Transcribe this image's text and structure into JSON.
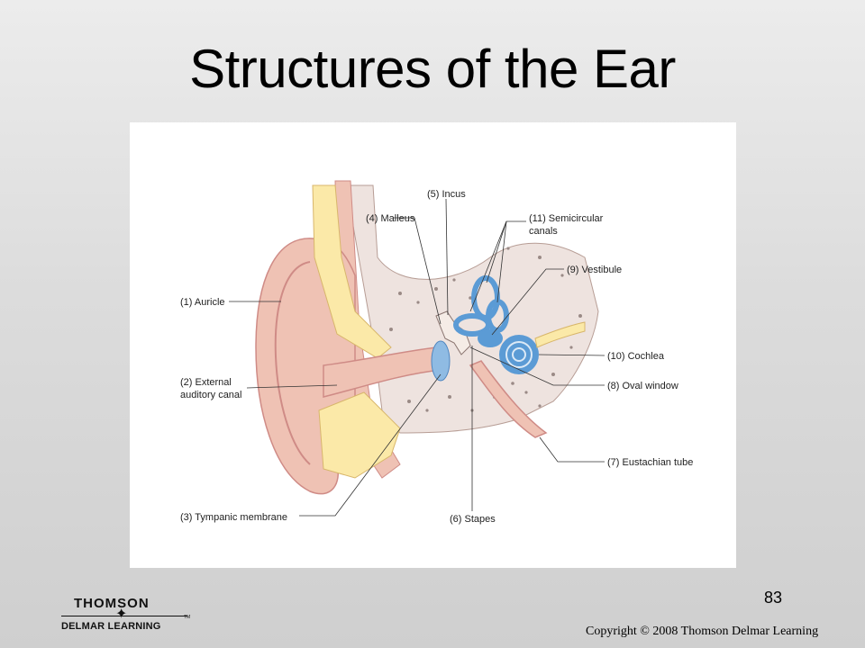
{
  "slide": {
    "title": "Structures of the Ear",
    "number": "83",
    "copyright": "Copyright © 2008 Thomson Delmar Learning"
  },
  "logo": {
    "line1": "THOMSON",
    "line2": "DELMAR LEARNING",
    "tm": "TM"
  },
  "diagram": {
    "labels": {
      "auricle": "(1) Auricle",
      "canal_1": "(2) External",
      "canal_2": "auditory canal",
      "tympanic": "(3) Tympanic membrane",
      "malleus": "(4) Malleus",
      "incus": "(5) Incus",
      "stapes": "(6) Stapes",
      "eustachian": "(7) Eustachian tube",
      "oval_window": "(8) Oval window",
      "vestibule": "(9) Vestibule",
      "cochlea": "(10) Cochlea",
      "semicircular_1": "(11) Semicircular",
      "semicircular_2": "canals"
    },
    "colors": {
      "skin": "#efc2b4",
      "skin_dark": "#cf8b86",
      "cartilage": "#fbe9a8",
      "bone": "#eee3df",
      "inner_ear": "#5b9bd5"
    }
  }
}
